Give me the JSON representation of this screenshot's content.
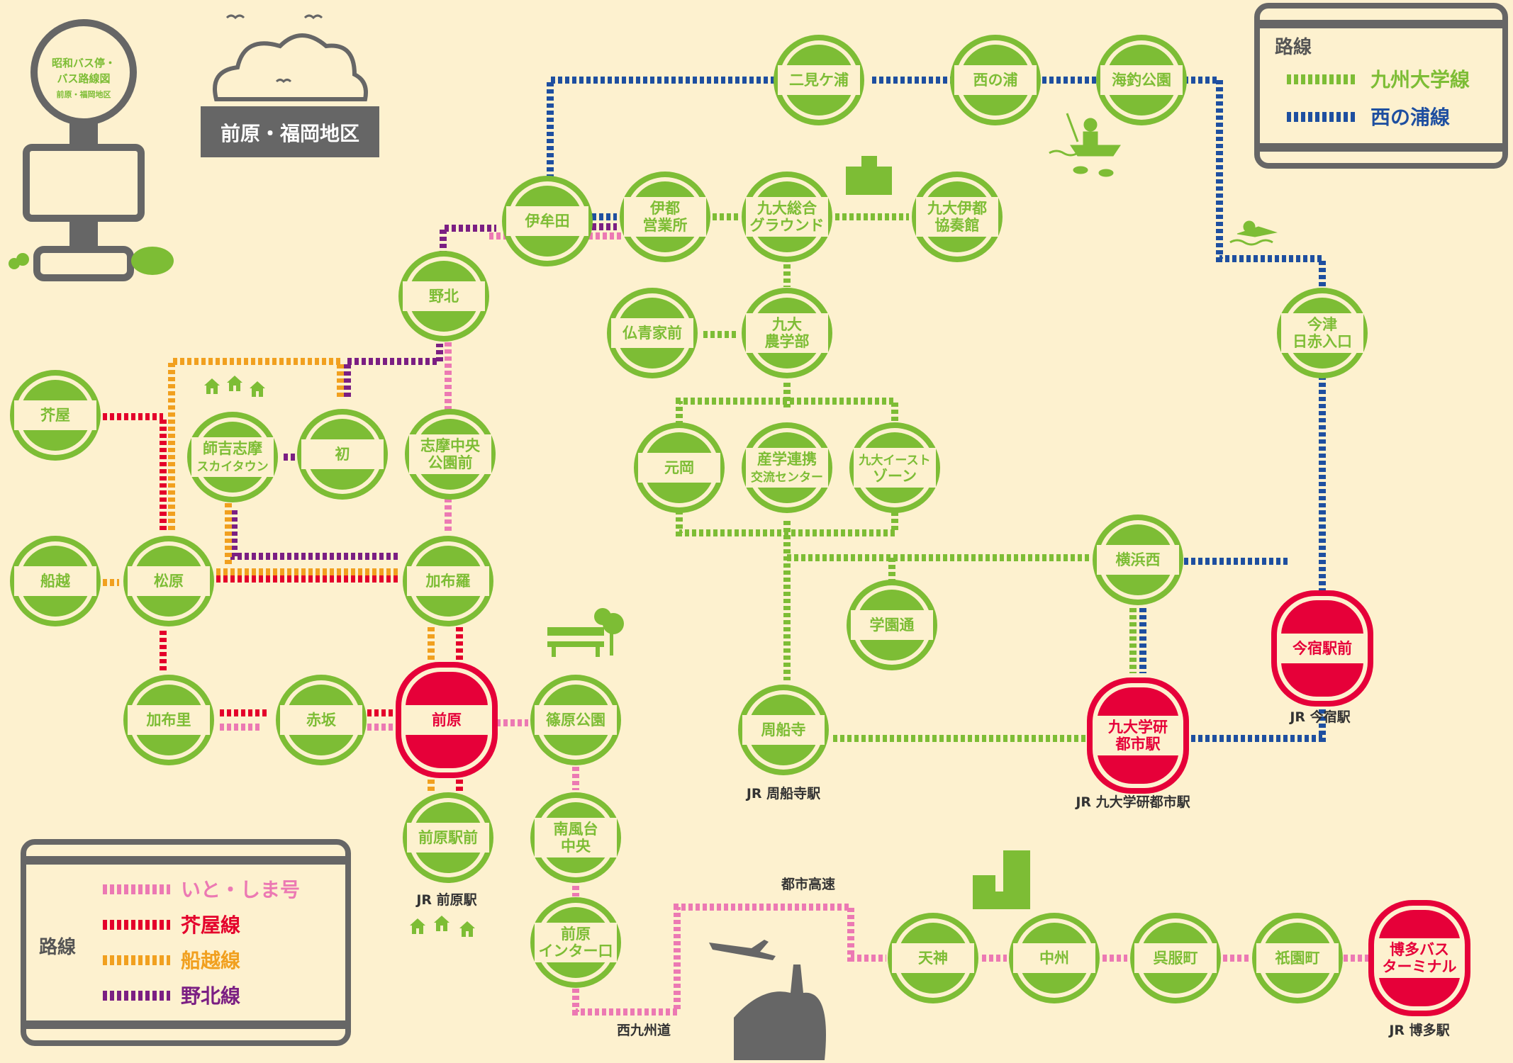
{
  "title_block": {
    "sign_lines": [
      "昭和バス停・",
      "バス路線図",
      "前原・福岡地区"
    ],
    "area_label": "前原・福岡地区"
  },
  "legend_top": {
    "title": "路線",
    "items": [
      {
        "label": "九州大学線",
        "color": "#7dbd35"
      },
      {
        "label": "西の浦線",
        "color": "#1e4fa0"
      }
    ]
  },
  "legend_bottom": {
    "title": "路線",
    "items": [
      {
        "label": "いと・しま号",
        "color": "#ec79b3"
      },
      {
        "label": "芥屋線",
        "color": "#e4002b"
      },
      {
        "label": "船越線",
        "color": "#f1a01f"
      },
      {
        "label": "野北線",
        "color": "#7b1f83"
      }
    ]
  },
  "stations": {
    "futamigaura": [
      "二見ケ浦"
    ],
    "nishinoura": [
      "西の浦"
    ],
    "kaichou": [
      "海釣公園"
    ],
    "itoda": [
      "伊牟田"
    ],
    "itoeigyo": [
      "伊都",
      "営業所"
    ],
    "kyudaiground": [
      "九大総合",
      "グラウンド"
    ],
    "kyudaiitokyoso": [
      "九大伊都",
      "協奏館"
    ],
    "nogita": [
      "野北"
    ],
    "butsuseike": [
      "仏青家前"
    ],
    "kyudainogaku": [
      "九大",
      "農学部"
    ],
    "imazuhiaka": [
      "今津",
      "日赤入口"
    ],
    "keya": [
      "芥屋"
    ],
    "shishiskytown": [
      "師吉志摩",
      "スカイタウン"
    ],
    "hatsu": [
      "初"
    ],
    "shimachuo": [
      "志摩中央",
      "公園前"
    ],
    "motooka": [
      "元岡"
    ],
    "sangaku": [
      "産学連携",
      "交流センター"
    ],
    "kyudaieast": [
      "九大イースト",
      "ゾーン"
    ],
    "funakoshi": [
      "船越"
    ],
    "matsubara": [
      "松原"
    ],
    "kafurusa": [
      "加布羅"
    ],
    "yokohamanishi": [
      "横浜西"
    ],
    "gakuendori": [
      "学園通"
    ],
    "imajukuekimae": [
      "今宿駅前"
    ],
    "kafuri": [
      "加布里"
    ],
    "akasaka": [
      "赤坂"
    ],
    "maebaru": [
      "前原"
    ],
    "shinoharakoen": [
      "篠原公園"
    ],
    "shusenji": [
      "周船寺"
    ],
    "kyudaigakken": [
      "九大学研",
      "都市駅"
    ],
    "maebaruekimae": [
      "前原駅前"
    ],
    "minamikazedai": [
      "南風台",
      "中央"
    ],
    "maebaruic": [
      "前原",
      "インター口"
    ],
    "tenjin": [
      "天神"
    ],
    "nakasu": [
      "中州"
    ],
    "gofukumachi": [
      "呉服町"
    ],
    "gionmachi": [
      "祇園町"
    ],
    "hakatabt": [
      "博多バス",
      "ターミナル"
    ]
  },
  "captions": {
    "jr_shusenji": "JR 周船寺駅",
    "jr_kyudaigakken": "JR 九大学研都市駅",
    "jr_imajuku": "JR 今宿駅",
    "jr_maebaru": "JR 前原駅",
    "jr_hakata": "JR 博多駅",
    "toshikosoku": "都市高速",
    "nishikyushudo": "西九州道"
  },
  "colors": {
    "background": "#fdf1cf",
    "station_green": "#7dbd35",
    "terminal_red": "#e60039",
    "dark_gray": "#666666"
  }
}
